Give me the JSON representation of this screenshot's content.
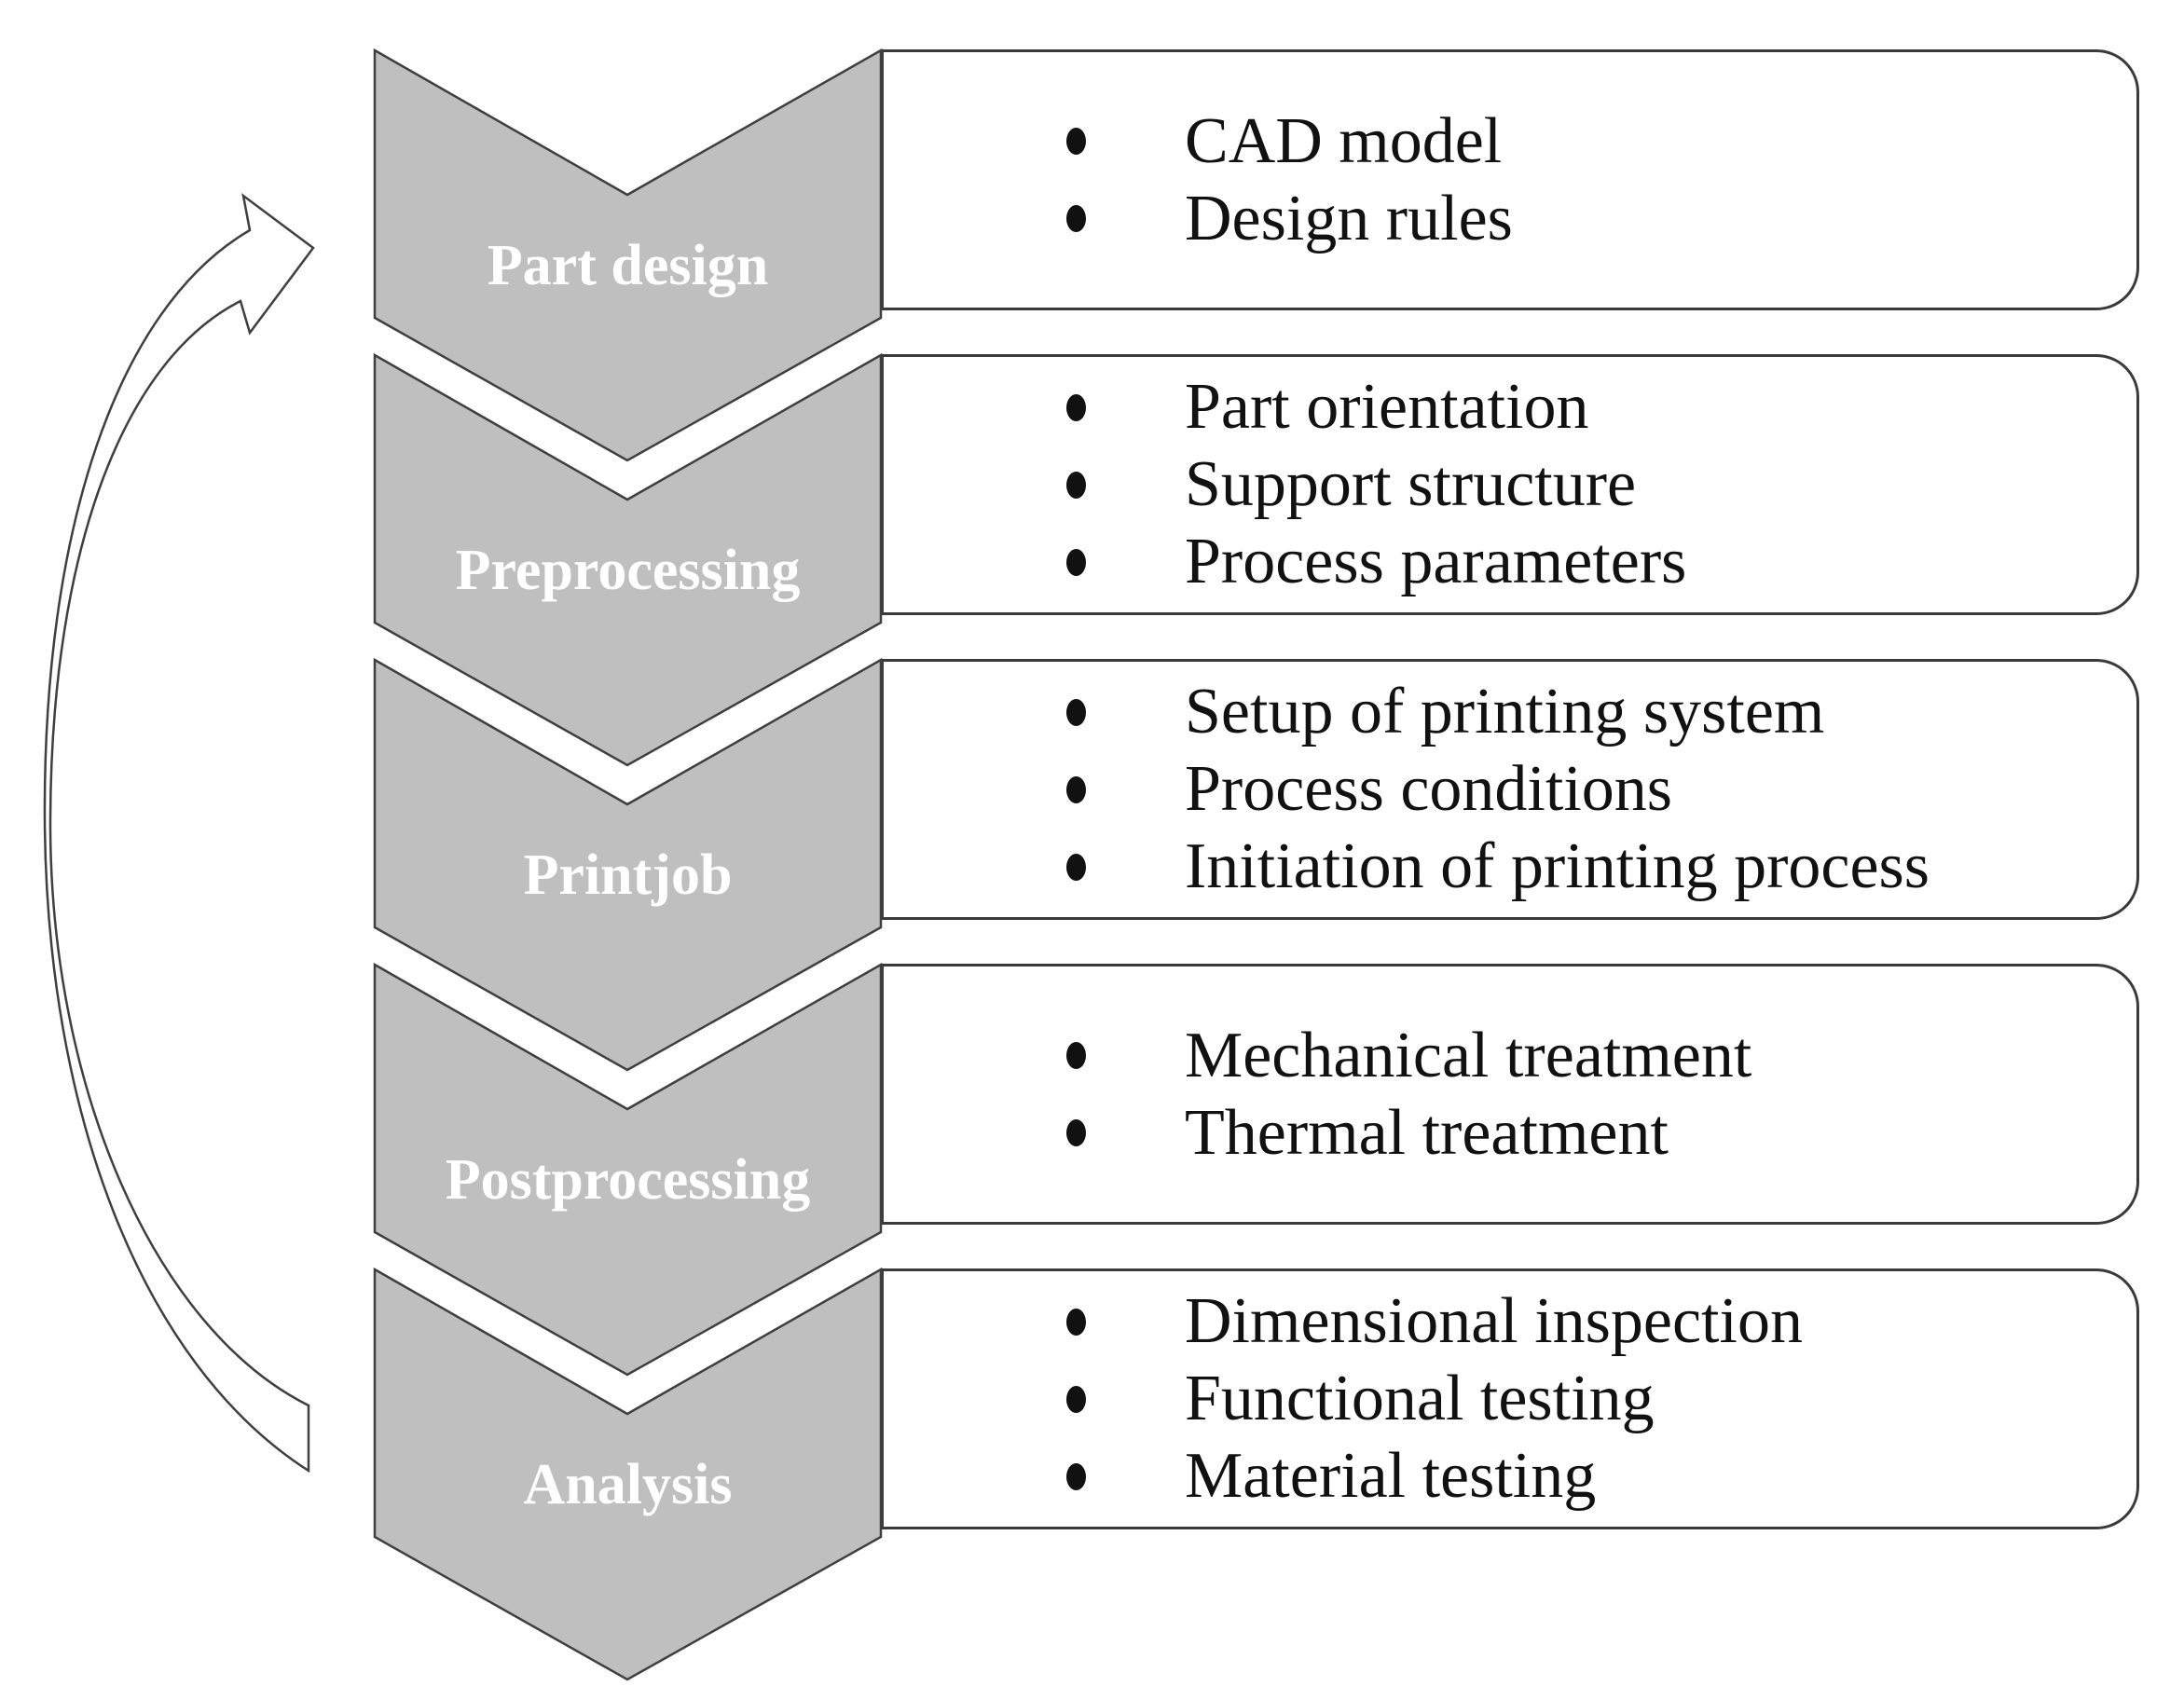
{
  "diagram": {
    "kind": "process-chain flow diagram",
    "stages": [
      {
        "label": "Part design",
        "items": [
          "CAD model",
          "Design rules"
        ]
      },
      {
        "label": "Preprocessing",
        "items": [
          "Part orientation",
          "Support structure",
          "Process parameters"
        ]
      },
      {
        "label": "Printjob",
        "items": [
          "Setup of printing system",
          "Process conditions",
          "Initiation of printing process"
        ]
      },
      {
        "label": "Postprocessing",
        "items": [
          "Mechanical treatment",
          "Thermal treatment"
        ]
      },
      {
        "label": "Analysis",
        "items": [
          "Dimensional inspection",
          "Functional testing",
          "Material testing"
        ]
      }
    ],
    "icons": {
      "bullet": "filled-dot-bullet-icon",
      "feedback_arrow": "curved-loop-arrow-icon pointing from Analysis back to Part design"
    },
    "colors": {
      "background": "#ffffff",
      "chevron_fill": "#bfbfbf",
      "chevron_stroke": "#3f3f3f",
      "box_fill": "#ffffff",
      "box_border": "#3a3a3a",
      "stage_label_text": "#ffffff",
      "item_text": "#111111",
      "bullet": "#111111",
      "arrow_fill": "#ffffff",
      "arrow_stroke": "#3f3f3f"
    }
  }
}
